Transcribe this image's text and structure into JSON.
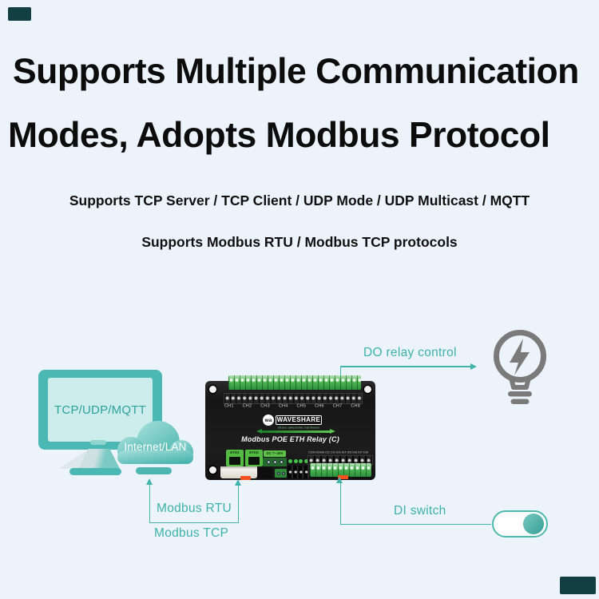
{
  "page": {
    "colors": {
      "background": "#edf3fb",
      "accent_teal": "#41b3ab",
      "heading_text": "#0c0c0c",
      "monitor_teal": "#4cb8b3",
      "screen_fill": "#cdedec",
      "cloud_gradient_start": "#a8e0db",
      "cloud_gradient_end": "#4ab4af",
      "device_body": "#1a1a1a",
      "terminal_green": "#3fae4b",
      "port_green": "#53bb42",
      "clip_orange": "#f4511e",
      "icon_gray": "#7a7a7a",
      "corner_accent": "#123f41"
    }
  },
  "heading": {
    "line1": "Supports Multiple Communication",
    "line2": "Modes, Adopts Modbus Protocol"
  },
  "subtitles": {
    "line1": "Supports TCP Server / TCP Client / UDP Mode / UDP Multicast / MQTT",
    "line2": "Supports Modbus RTU / Modbus TCP protocols"
  },
  "diagram": {
    "monitor": {
      "screen_label": "TCP/UDP/MQTT"
    },
    "cloud": {
      "label": "Internet/LAN"
    },
    "device": {
      "brand": "WAVESHARE",
      "brand_badge": "wa",
      "tagline": "share awesome hardware",
      "model": "Modbus POE ETH Relay (C)",
      "channel_labels": [
        "CH1",
        "CH2",
        "CH3",
        "CH4",
        "CH5",
        "CH6",
        "CH7",
        "CH8"
      ],
      "eth_port1_label": "ETH1",
      "eth_port2_label": "ETH2",
      "power_label": "DC 7~36V",
      "di_terminal_caption": "COM DGND DI1 DI2 DI3 DI4 DI5 DI6 DI7 DI8"
    },
    "annotations": {
      "do_label": "DO relay control",
      "di_label": "DI switch",
      "modbus_rtu_label": "Modbus RTU",
      "modbus_tcp_label": "Modbus TCP"
    }
  }
}
